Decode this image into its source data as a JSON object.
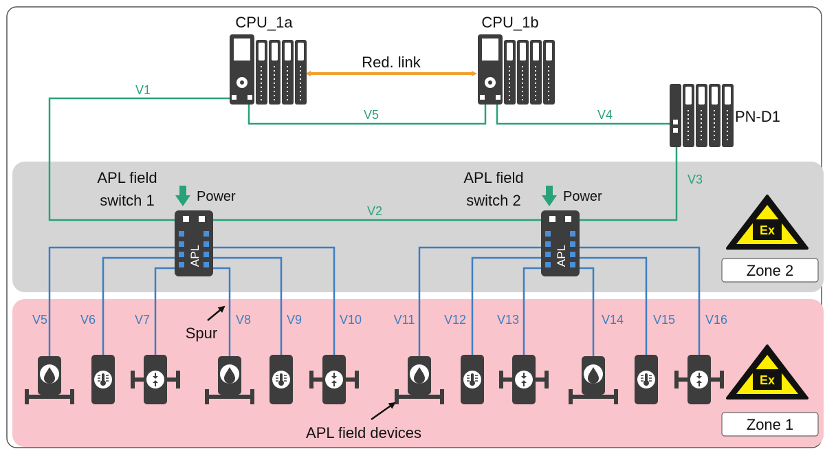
{
  "colors": {
    "ring_line": "#2aa278",
    "spur_line": "#3c7fc2",
    "redundancy_link": "#f0a030",
    "zone2_fill": "#d5d5d5",
    "zone1_fill": "#f9c4cb",
    "device_dark": "#3d3d3d",
    "apl_port": "#4a90d9",
    "warning_yellow": "#ffee00"
  },
  "cpu_a": {
    "label": "CPU_1a"
  },
  "cpu_b": {
    "label": "CPU_1b"
  },
  "red_link": {
    "label": "Red. link"
  },
  "pnd1": {
    "label": "PN-D1"
  },
  "ring_labels": [
    "V1",
    "V2",
    "V3",
    "V4",
    "V5"
  ],
  "switch1": {
    "line1": "APL field",
    "line2": "switch 1",
    "power": "Power",
    "chip": "APL"
  },
  "switch2": {
    "line1": "APL field",
    "line2": "switch 2",
    "power": "Power",
    "chip": "APL"
  },
  "spur_labels": [
    "V5",
    "V6",
    "V7",
    "V8",
    "V9",
    "V10",
    "V11",
    "V12",
    "V13",
    "V14",
    "V15",
    "V16"
  ],
  "devices": [
    {
      "type": "flow-meter",
      "icon": "drop-icon"
    },
    {
      "type": "temperature-sensor",
      "icon": "thermometer-icon"
    },
    {
      "type": "valve",
      "icon": "valve-icon"
    },
    {
      "type": "flow-meter",
      "icon": "drop-icon"
    },
    {
      "type": "temperature-sensor",
      "icon": "thermometer-icon"
    },
    {
      "type": "valve",
      "icon": "valve-icon"
    },
    {
      "type": "flow-meter",
      "icon": "drop-icon"
    },
    {
      "type": "temperature-sensor",
      "icon": "thermometer-icon"
    },
    {
      "type": "valve",
      "icon": "valve-icon"
    },
    {
      "type": "flow-meter",
      "icon": "drop-icon"
    },
    {
      "type": "temperature-sensor",
      "icon": "thermometer-icon"
    },
    {
      "type": "valve",
      "icon": "valve-icon"
    }
  ],
  "spur_annotation": "Spur",
  "devices_annotation": "APL field devices",
  "zone2": {
    "label": "Zone 2",
    "ex": "Ex"
  },
  "zone1": {
    "label": "Zone 1",
    "ex": "Ex"
  }
}
